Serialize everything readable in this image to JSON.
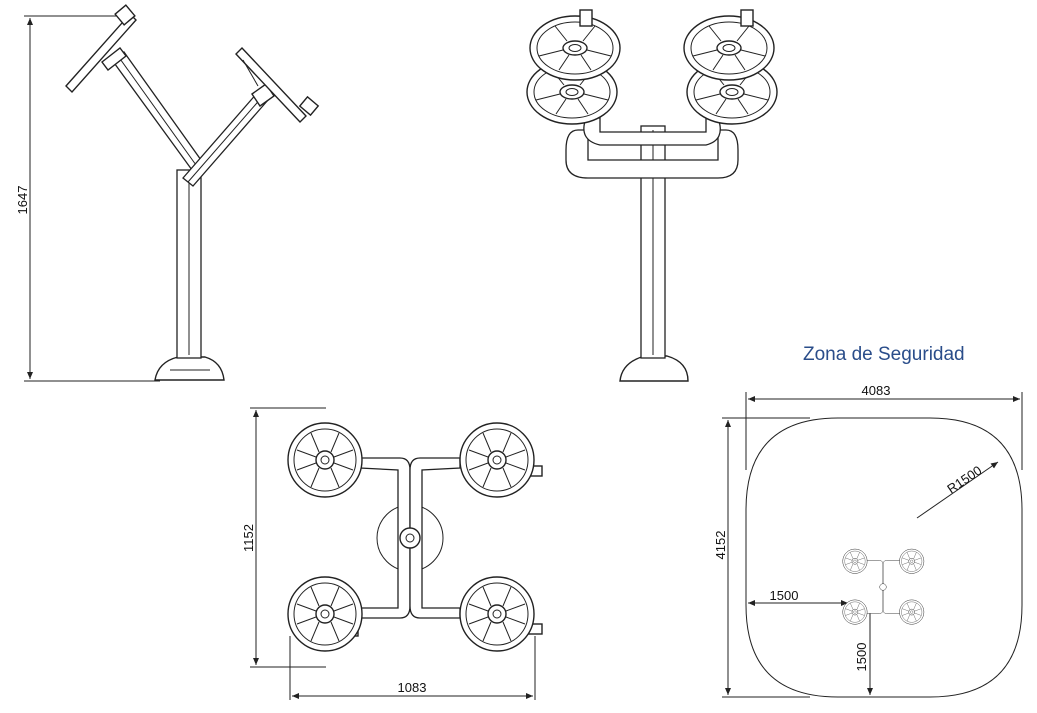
{
  "side_view": {
    "height_label": "1647"
  },
  "top_view": {
    "depth_label": "1152",
    "width_label": "1083"
  },
  "safety_zone": {
    "title": "Zona de Seguridad",
    "width_label": "4083",
    "depth_label": "4152",
    "radius_label": "R1500",
    "offset_x_label": "1500",
    "offset_y_label": "1500"
  }
}
